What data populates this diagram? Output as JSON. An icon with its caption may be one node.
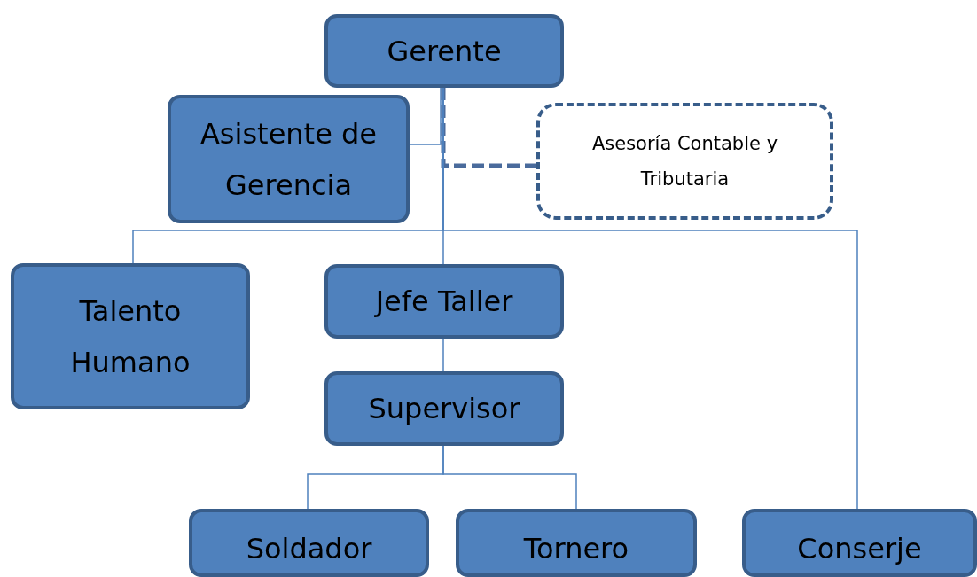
{
  "diagram": {
    "nodes": [
      {
        "text": [
          "Gerente"
        ]
      },
      {
        "text": [
          "Asistente de Gerencia"
        ]
      },
      {
        "text": [
          "Asesoría Contable y Tributaria"
        ]
      },
      {
        "text": [
          "Talento Humano"
        ]
      },
      {
        "text": [
          "Jefe Taller"
        ]
      },
      {
        "text": [
          "Supervisor"
        ]
      },
      {
        "text": [
          "Soldador"
        ]
      },
      {
        "text": [
          "Tornero"
        ]
      },
      {
        "text": [
          "Conserje"
        ]
      }
    ],
    "edges": [
      {
        "from": 0,
        "to": 1,
        "arrow": "none"
      },
      {
        "from": 0,
        "to": 2,
        "arrow": "none",
        "style": "dashed",
        "color": "#4a6b9c"
      },
      {
        "from": 0,
        "to": 3,
        "arrow": "none"
      },
      {
        "from": 0,
        "to": 4,
        "arrow": "none"
      },
      {
        "from": 0,
        "to": 8,
        "arrow": "none"
      },
      {
        "from": 4,
        "to": 5,
        "arrow": "none"
      },
      {
        "from": 5,
        "to": 6,
        "arrow": "none"
      },
      {
        "from": 5,
        "to": 7,
        "arrow": "none"
      }
    ]
  }
}
